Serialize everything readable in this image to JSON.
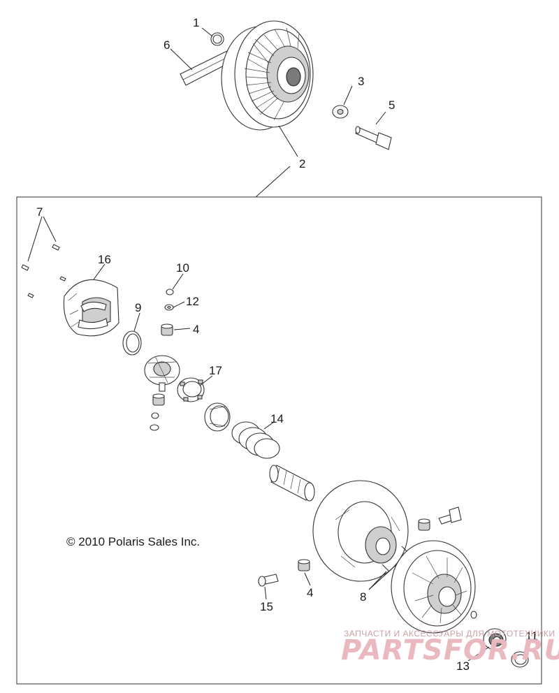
{
  "copyright": "© 2010 Polaris Sales Inc.",
  "callouts": {
    "c1": "1",
    "c2": "2",
    "c3": "3",
    "c4a": "4",
    "c4b": "4",
    "c5": "5",
    "c6": "6",
    "c7": "7",
    "c8": "8",
    "c9": "9",
    "c10": "10",
    "c11": "11",
    "c12": "12",
    "c13": "13",
    "c14": "14",
    "c15": "15",
    "c16": "16",
    "c17": "17"
  },
  "watermark": {
    "tagline": "ЗАПЧАСТИ И АКСЕССУАРЫ ДЛЯ МОТОТЕХНИКИ",
    "brand": "PARTSFOR.RU"
  }
}
